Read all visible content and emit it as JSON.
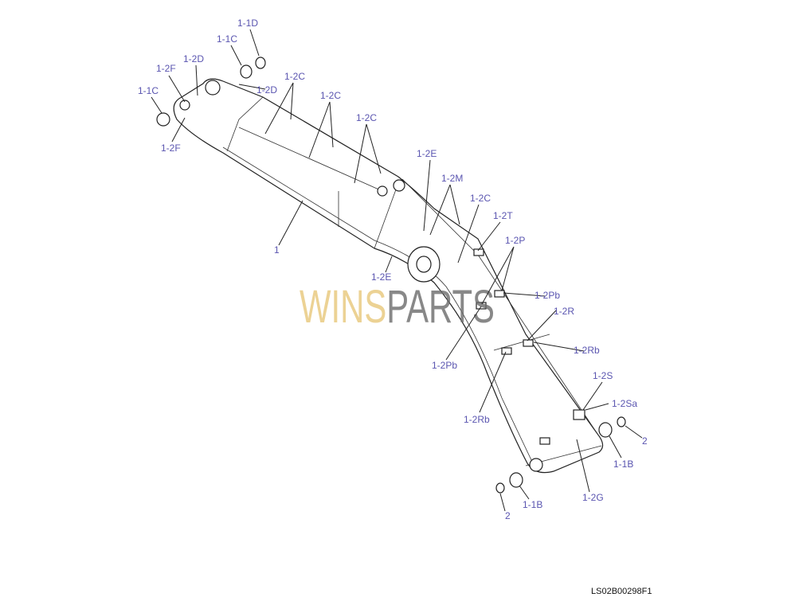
{
  "drawing": {
    "code": "LS02B00298F1",
    "watermark": {
      "left": "WINS",
      "right": "PARTS",
      "left_color": "#e8c77a",
      "right_color": "#6b6b6b"
    },
    "label_color": "#5a55b0",
    "labels": [
      "1-1D",
      "1-1C",
      "1-2D",
      "1-2F",
      "1-1C",
      "1-2D",
      "1-2C",
      "1-2C",
      "1-2C",
      "1-2F",
      "1-2E",
      "1-2M",
      "1-2C",
      "1-2T",
      "1-2P",
      "1",
      "1-2E",
      "1-2Pb",
      "1-2R",
      "1-2Rb",
      "1-2Pb",
      "1-2S",
      "1-2Sa",
      "1-2Rb",
      "2",
      "1-1B",
      "1-1B",
      "1-2G",
      "2"
    ]
  }
}
